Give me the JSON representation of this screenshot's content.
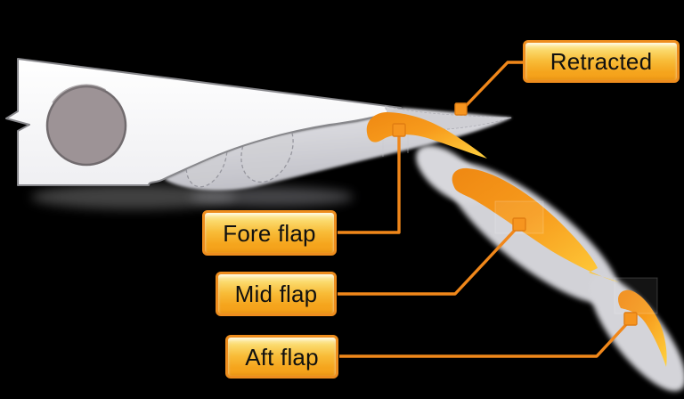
{
  "figure": {
    "description": "Cross-section diagram of an aircraft wing with a triple-slotted flap extended",
    "background_color": "#000000",
    "callouts": {
      "retracted": {
        "label": "Retracted"
      },
      "fore": {
        "label": "Fore flap"
      },
      "mid": {
        "label": "Mid flap"
      },
      "aft": {
        "label": "Aft flap"
      }
    },
    "colors": {
      "label_border": "#EE8D1D",
      "label_fill_top": "#FEF3BC",
      "label_fill_bottom": "#F4A01A",
      "label_text": "#101010",
      "leader_line": "#F0871A",
      "marker_fill": "#F6951F",
      "flap_orange": "#EF8812",
      "flap_yellow": "#FFD23F",
      "wing_fill": "#FFFFFF",
      "wing_outline": "#88888C",
      "spar_circle_fill": "#9D9396",
      "spar_circle_rim": "#716B6E",
      "silhouette_gray": "#D2D2D7"
    }
  }
}
